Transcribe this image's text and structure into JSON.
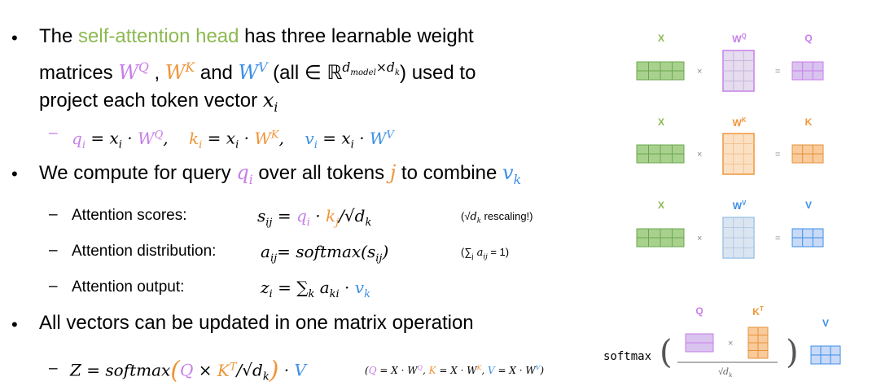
{
  "bullet1": {
    "line1_pre": "The ",
    "line1_highlight": "self-attention head",
    "line1_post": " has three learnable weight",
    "line2_pre": "matrices ",
    "wq": "W",
    "wq_sup": "Q",
    "comma": " , ",
    "wk": "W",
    "wk_sup": "K",
    "and": "  and ",
    "wv": "W",
    "wv_sup": "V",
    "all_pre": " (all ∈ ℝ",
    "all_sup": "d",
    "all_sup_sub": "model",
    "all_sup_post": "×d",
    "all_sup_post_sub": "k",
    "all_post": ") used to",
    "line3": "project each token vector ",
    "x": "x",
    "x_sub": "i"
  },
  "sub1": {
    "q": "q",
    "q_sub": "i",
    "eq1": " = x",
    "eq1_sub": "i",
    "dot1": " · ",
    "w1": "W",
    "w1_sup": "Q",
    "k": "k",
    "k_sub": "i",
    "eq2": " = x",
    "eq2_sub": "i",
    "w2": "W",
    "w2_sup": "K",
    "v": "v",
    "v_sub": "i",
    "eq3": " = x",
    "eq3_sub": "i",
    "w3": "W",
    "w3_sup": "V"
  },
  "bullet2": {
    "pre": "We compute for query ",
    "q": "q",
    "q_sub": "i",
    "mid": " over all tokens ",
    "j": "j",
    "post": " to combine ",
    "v": "v",
    "v_sub": "k"
  },
  "items": {
    "scores_label": "Attention scores:",
    "scores_s": "s",
    "scores_s_sub": "ij",
    "scores_eq": " = ",
    "scores_q": "q",
    "scores_q_sub": "i",
    "scores_dot": " · ",
    "scores_k": "k",
    "scores_k_sub": "j",
    "scores_div": "/√",
    "scores_d": "d",
    "scores_d_sub": "k",
    "scores_note_pre": "(√",
    "scores_note_d": "d",
    "scores_note_d_sub": "k",
    "scores_note_post": " rescaling!)",
    "dist_label": "Attention distribution:",
    "dist_a": "a",
    "dist_a_sub": "ij",
    "dist_eq": "= softmax(s",
    "dist_eq_sub": "ij",
    "dist_eq_post": ")",
    "dist_note_pre": "(∑",
    "dist_note_sub": "j",
    "dist_note_a": " a",
    "dist_note_a_sub": "ij",
    "dist_note_post": " = 1)",
    "out_label": "Attention output:",
    "out_z": "z",
    "out_z_sub": "i",
    "out_eq": " = ∑",
    "out_eq_sub": "k",
    "out_a": " a",
    "out_a_sub": "ki",
    "out_dot": " · ",
    "out_v": "v",
    "out_v_sub": "k"
  },
  "bullet3": {
    "text": "All vectors can be updated in one matrix operation"
  },
  "sub3": {
    "z": "Z = softmax",
    "lp": "(",
    "q": "Q",
    "times": "  × ",
    "k": "K",
    "k_sup": "T",
    "div": "/√",
    "d": "d",
    "d_sub": "k",
    "rp": ")",
    "dot": " · ",
    "v": "V",
    "note_open": "(",
    "note_q": "Q",
    "note_q_eq": " = X · W",
    "note_q_sup": "Q",
    "note_comma1": ", ",
    "note_k": "K",
    "note_k_eq": " = X · W",
    "note_k_sup": "K",
    "note_comma2": ", ",
    "note_v": "V",
    "note_v_eq": " = X · W",
    "note_v_sup": "V",
    "note_close": ")"
  },
  "diagram": {
    "x_label": "X",
    "wq_label": "W",
    "wq_sup": "Q",
    "q_label": "Q",
    "wk_label": "W",
    "wk_sup": "K",
    "k_label": "K",
    "wv_label": "W",
    "wv_sup": "V",
    "v_label": "V",
    "times": "×",
    "equals": "=",
    "softmax_label": "softmax",
    "soft_q": "Q",
    "soft_kt": "K",
    "soft_kt_sup": "T",
    "soft_v": "V",
    "soft_div": "√",
    "soft_d": "d",
    "soft_d_sub": "k"
  },
  "colors": {
    "purple": "#c77ee8",
    "orange": "#f0953a",
    "blue": "#3d8fe6",
    "green": "#8cb950"
  }
}
